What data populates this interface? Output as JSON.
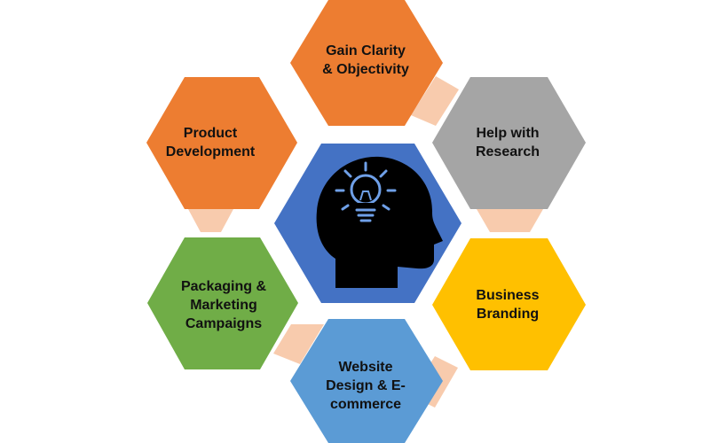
{
  "center": {
    "icon": "head-lightbulb-icon",
    "color": "#4472c4"
  },
  "hexagons": [
    {
      "id": "gain",
      "lines": [
        "Gain Clarity",
        "& Objectivity"
      ],
      "color": "#ed7d31"
    },
    {
      "id": "product",
      "lines": [
        "Product",
        "Development"
      ],
      "color": "#ed7d31"
    },
    {
      "id": "help",
      "lines": [
        "Help with",
        "Research"
      ],
      "color": "#a5a5a5"
    },
    {
      "id": "pack",
      "lines": [
        "Packaging &",
        "Marketing",
        "Campaigns"
      ],
      "color": "#70ad47"
    },
    {
      "id": "brand",
      "lines": [
        "Business",
        "Branding"
      ],
      "color": "#ffc000"
    },
    {
      "id": "web",
      "lines": [
        "Website",
        "Design & E-",
        "commerce"
      ],
      "color": "#5b9bd5"
    }
  ],
  "connector_color": "#f8cbad"
}
